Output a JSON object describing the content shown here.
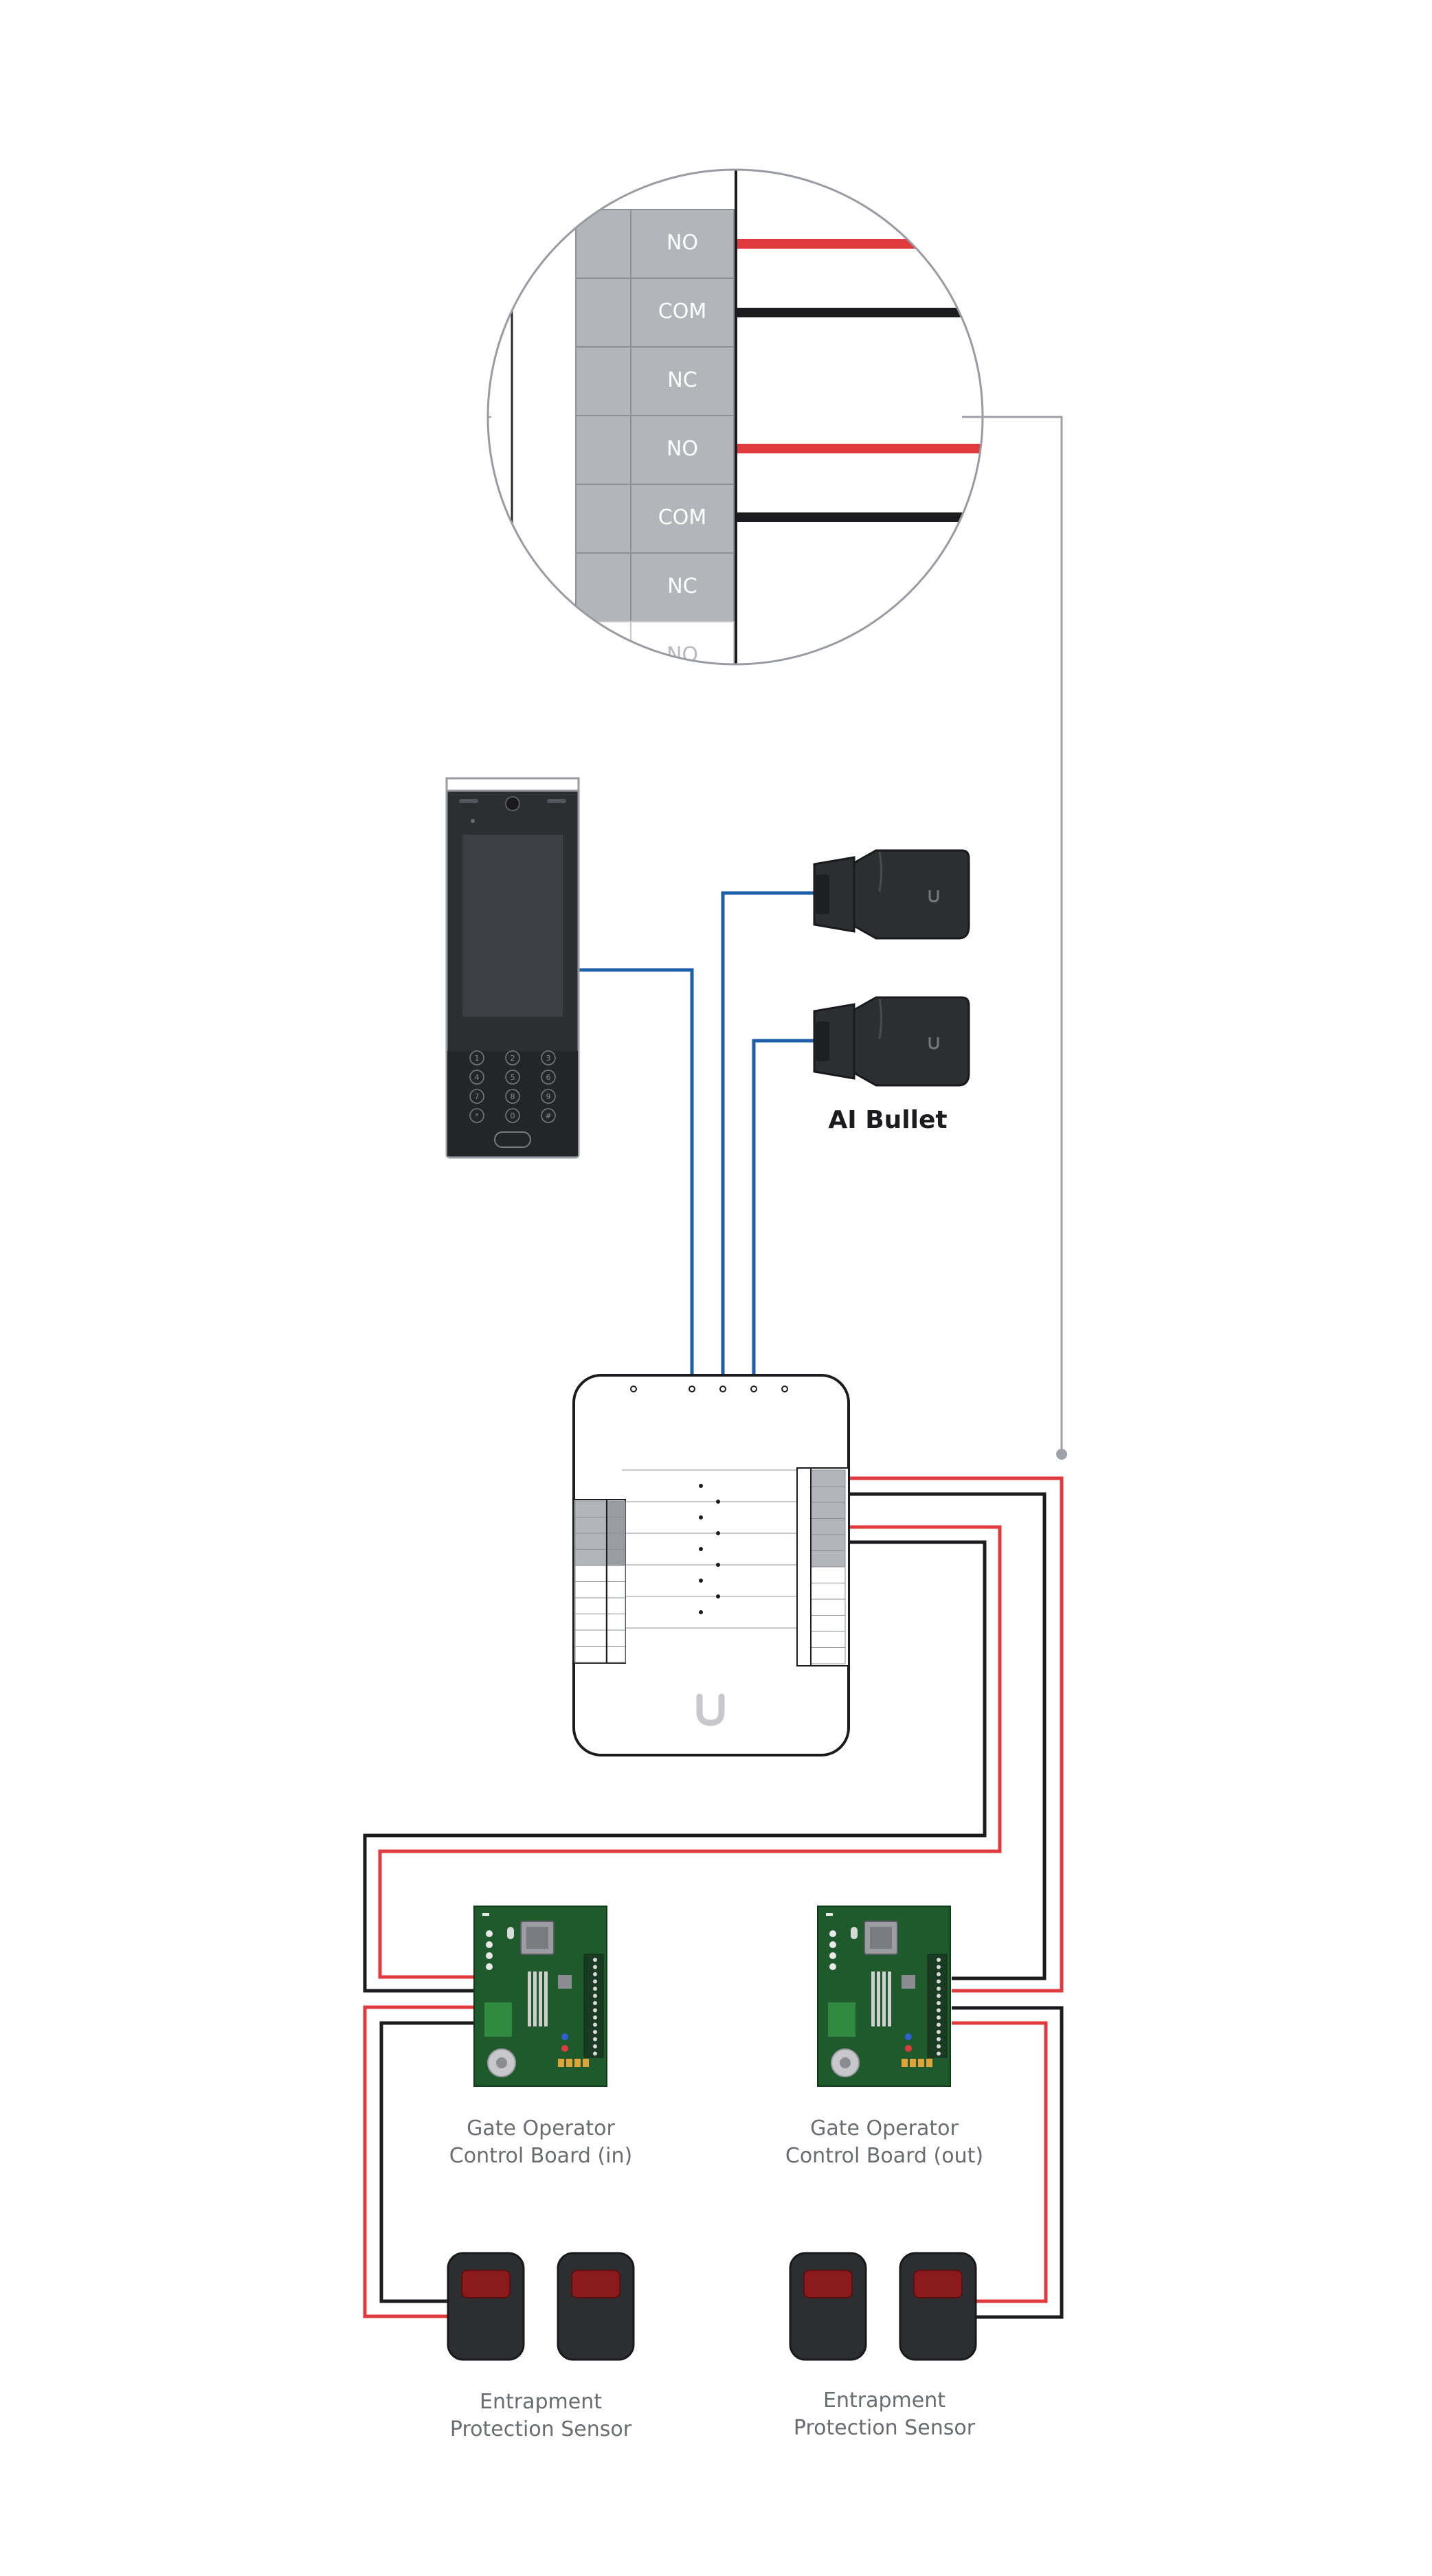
{
  "zoom_terminals": [
    "NO",
    "COM",
    "NC",
    "NO",
    "COM",
    "NC",
    "NO"
  ],
  "camera_label": "AI Bullet",
  "board_in_label": [
    "Gate Operator",
    "Control Board (in)"
  ],
  "board_out_label": [
    "Gate Operator",
    "Control Board (out)"
  ],
  "sensor_left_label": [
    "Entrapment",
    "Protection Sensor"
  ],
  "sensor_right_label": [
    "Entrapment",
    "Protection Sensor"
  ],
  "keypad_keys": [
    "1",
    "2",
    "3",
    "4",
    "5",
    "6",
    "7",
    "8",
    "9",
    "*",
    "0",
    "#"
  ],
  "colors": {
    "wire_red": "#e0393e",
    "wire_black": "#1c1c1e",
    "wire_blue": "#1f5fa8",
    "wire_gray": "#a0a0a8",
    "terminal_gray": "#b4b5bb",
    "pcb_green": "#1e5a2c",
    "device_dark": "#2d2e32",
    "label_gray": "#6b6c72"
  }
}
